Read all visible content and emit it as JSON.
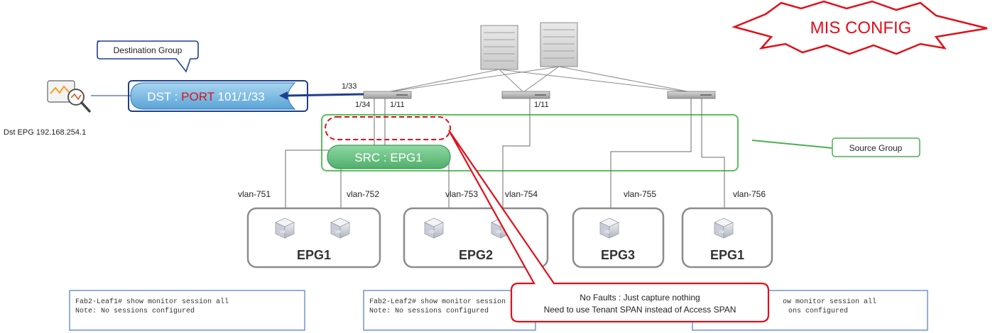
{
  "badge": {
    "label": "MIS CONFIG"
  },
  "destination_group": {
    "callout": "Destination Group",
    "dst_prefix": "DST : ",
    "dst_port_word": "PORT",
    "dst_port_id": " 101/1/33"
  },
  "dst_epg": {
    "label": "Dst EPG 192.168.254.1"
  },
  "source_group": {
    "callout": "Source Group",
    "src_label": "SRC : EPG1"
  },
  "ports": {
    "p1_33": "1/33",
    "p1_34": "1/34",
    "p1_11a": "1/11",
    "p1_11b": "1/11"
  },
  "vlans": [
    "vlan-751",
    "vlan-752",
    "vlan-753",
    "vlan-754",
    "vlan-755",
    "vlan-756"
  ],
  "epgs": [
    "EPG1",
    "EPG2",
    "EPG3",
    "EPG1"
  ],
  "vm_label": "VM",
  "consoles": [
    {
      "line1": "Fab2-Leaf1# show monitor session all",
      "line2": "Note: No sessions configured"
    },
    {
      "line1": "Fab2-Leaf2# show monitor session all",
      "line2": "Note: No sessions configured"
    },
    {
      "line1": "ow monitor session all",
      "line2": "ons configured"
    }
  ],
  "note": {
    "line1": "No Faults : Just capture nothing",
    "line2": "Need to use Tenant SPAN instead of Access SPAN"
  },
  "colors": {
    "red": "#e0101a",
    "blue_border": "#1f3f8f",
    "green": "#4caf50",
    "green_fill": "#6fc48a",
    "dst_fill": "#74b8e0",
    "gray": "#6b6b6b"
  }
}
